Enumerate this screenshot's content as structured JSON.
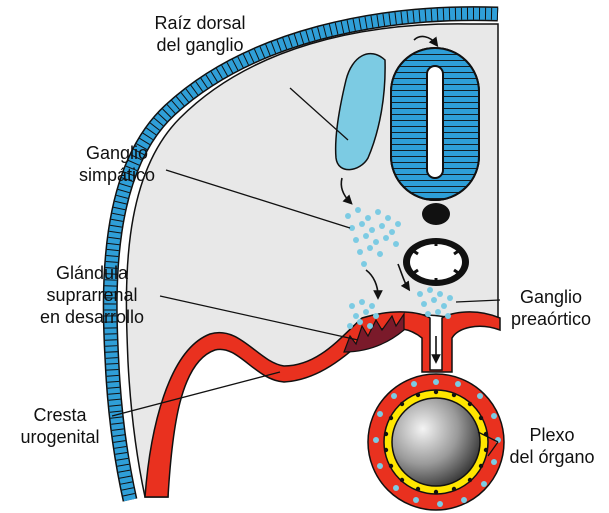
{
  "labels": {
    "raiz_dorsal": [
      "Raíz dorsal",
      "del ganglio"
    ],
    "ganglio_simpatico": [
      "Ganglio",
      "simpático"
    ],
    "glandula_suprarrenal": [
      "Glándula",
      "suprarrenal",
      "en desarrollo"
    ],
    "ganglio_preaortico": [
      "Ganglio",
      "preaórtico"
    ],
    "cresta_urogenital": [
      "Cresta",
      "urogenital"
    ],
    "plexo_organo": [
      "Plexo",
      "del órgano"
    ]
  },
  "colors": {
    "ectoderm_blue": "#2f9fd8",
    "neural_cell_blue": "#29a3dc",
    "cell_light_blue": "#7ccbe3",
    "mesoderm_gray": "#e8e8e8",
    "red_tissue": "#e9311f",
    "adrenal_maroon": "#7a1a2a",
    "yellow_ring": "#ffe600",
    "outline": "#111111"
  }
}
